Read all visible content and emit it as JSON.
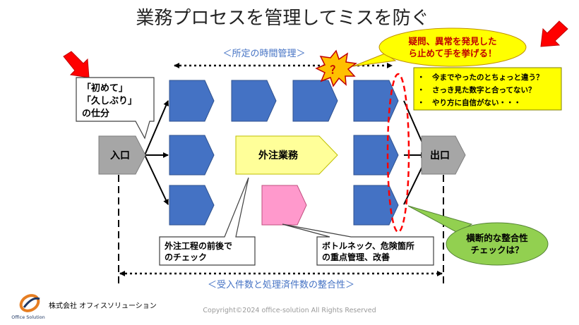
{
  "title": "業務プロセスを管理してミスを防ぐ",
  "time_label": "＜所定の時間管理＞",
  "bottom_label": "＜受入件数と処理済件数の整合性＞",
  "entry": "入口",
  "exit": "出口",
  "outsource": "外注業務",
  "question_mark": "？",
  "first_time_callout": [
    "「初めて」",
    "「久しぶり」",
    "の仕分"
  ],
  "doubt_callout": [
    "疑問、異常を発見した",
    "ら止めて手を挙げる！"
  ],
  "checklist": [
    "・　今までやったのとちょっと違う？",
    "・　さっき見た数字と合ってない？",
    "・　やり方に自信がない・・・"
  ],
  "outsource_callout": [
    "外注工程の前後で",
    "のチェック"
  ],
  "bottleneck_callout": [
    "ボトルネック、危険箇所",
    "の重点管理、改善"
  ],
  "cross_check_callout": [
    "横断的な整合性",
    "チェックは？"
  ],
  "company_name": "株式会社 オフィスソリューション",
  "logo_text": "Office Solution",
  "copyright": "Copyright©2024 office-solution All Rights Reserved",
  "colors": {
    "process_blue": "#4472C4",
    "outsource_yellow": "#FFFF99",
    "pink": "#FF99CC",
    "entry_gray": "#A6A6A6",
    "callout_yellow": "#FFFF00",
    "callout_green": "#92D050",
    "arrow_red": "#FF0000",
    "label_blue": "#4472C4"
  }
}
